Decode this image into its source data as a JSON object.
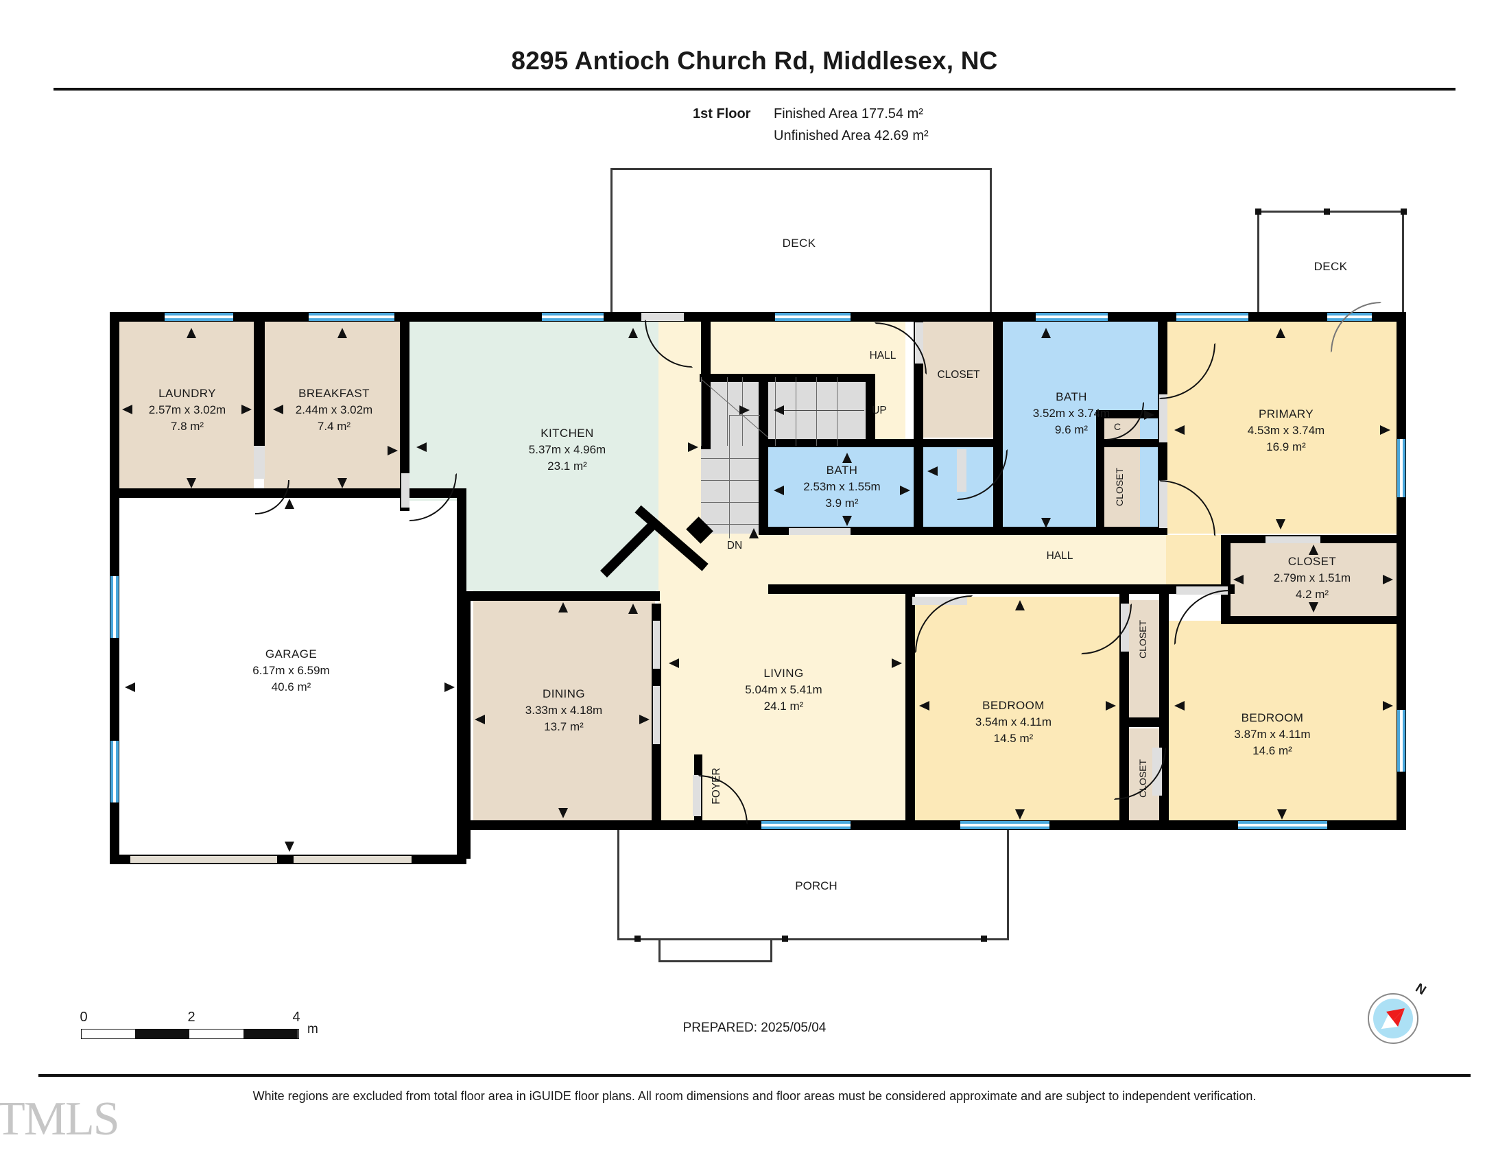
{
  "header": {
    "title": "8295 Antioch Church Rd, Middlesex, NC",
    "floor_label": "1st Floor",
    "finished_area": "Finished Area 177.54 m²",
    "unfinished_area": "Unfinished Area 42.69 m²"
  },
  "footer": {
    "prepared": "PREPARED: 2025/05/04",
    "disclaimer": "White regions are excluded from total floor area in iGUIDE floor plans. All room dimensions and floor areas must be considered approximate and are subject to independent verification.",
    "watermark": "TMLS",
    "scale": {
      "ticks": [
        "0",
        "2",
        "4"
      ],
      "unit": "m"
    },
    "compass": {
      "north_label": "N"
    }
  },
  "rooms": [
    {
      "name": "LAUNDRY",
      "dims": "2.57m x 3.02m",
      "area": "7.8 m²"
    },
    {
      "name": "BREAKFAST",
      "dims": "2.44m x 3.02m",
      "area": "7.4 m²"
    },
    {
      "name": "KITCHEN",
      "dims": "5.37m x 4.96m",
      "area": "23.1 m²"
    },
    {
      "name": "BATH",
      "dims": "2.53m x 1.55m",
      "area": "3.9 m²"
    },
    {
      "name": "BATH",
      "dims": "3.52m x 3.74m",
      "area": "9.6 m²"
    },
    {
      "name": "PRIMARY",
      "dims": "4.53m x 3.74m",
      "area": "16.9 m²"
    },
    {
      "name": "CLOSET",
      "dims": "2.79m x 1.51m",
      "area": "4.2 m²"
    },
    {
      "name": "GARAGE",
      "dims": "6.17m x 6.59m",
      "area": "40.6 m²"
    },
    {
      "name": "DINING",
      "dims": "3.33m x 4.18m",
      "area": "13.7 m²"
    },
    {
      "name": "LIVING",
      "dims": "5.04m x 5.41m",
      "area": "24.1 m²"
    },
    {
      "name": "BEDROOM",
      "dims": "3.54m x 4.11m",
      "area": "14.5 m²"
    },
    {
      "name": "BEDROOM",
      "dims": "3.87m x 4.11m",
      "area": "14.6 m²"
    }
  ],
  "plain_labels": {
    "deck_left": "DECK",
    "deck_right": "DECK",
    "porch": "PORCH",
    "foyer": "FOYER",
    "hall_upper": "HALL",
    "hall_lower": "HALL",
    "closet_upper": "CLOSET",
    "closet_c": "C",
    "closet_primary": "CLOSET",
    "closet_bed_upper": "CLOSET",
    "closet_bed_lower": "CLOSET",
    "stairs_up": "UP",
    "stairs_dn": "DN"
  }
}
